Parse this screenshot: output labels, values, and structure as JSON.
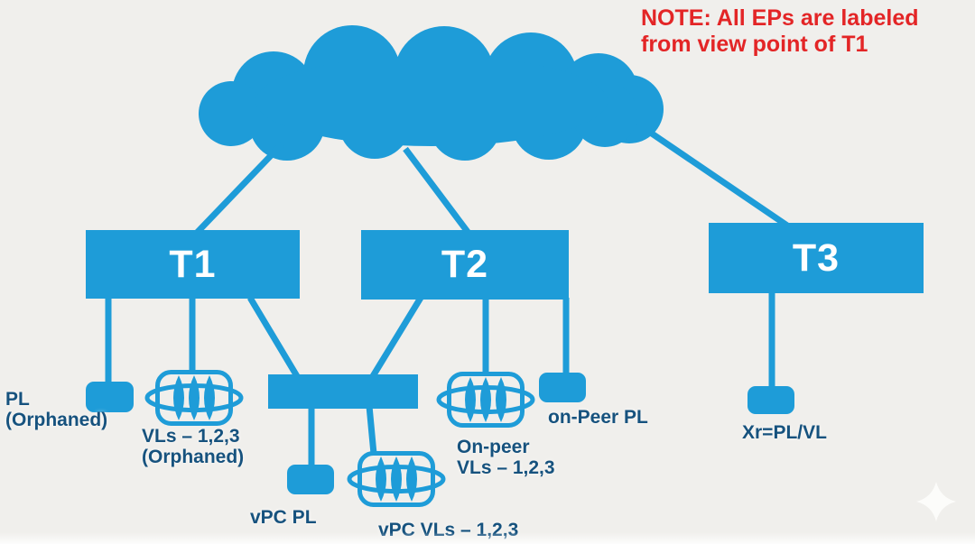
{
  "note": {
    "line1": "NOTE: All EPs are labeled",
    "line2": "from view point of T1"
  },
  "switches": [
    {
      "label": "T1"
    },
    {
      "label": "T2"
    },
    {
      "label": "T3"
    }
  ],
  "endpoint_labels": {
    "pl_orphaned": {
      "line1": "PL",
      "line2": "(Orphaned)"
    },
    "vls_orphaned": {
      "line1": "VLs – 1,2,3",
      "line2": "(Orphaned)"
    },
    "vpc_pl": {
      "line1": "vPC PL"
    },
    "vpc_vls": {
      "line1": "vPC VLs – 1,2,3"
    },
    "on_peer_vls": {
      "line1": "On-peer",
      "line2": "VLs – 1,2,3"
    },
    "on_peer_pl": {
      "line1": "on-Peer PL"
    },
    "xr": {
      "line1": "Xr=PL/VL"
    }
  },
  "icons": {
    "cloud": "network-cloud",
    "virtual_links": "virtual-links-icon",
    "physical_endpoint": "endpoint-box",
    "sparkle": "sparkle-icon"
  },
  "colors": {
    "blue": "#1E9CD8",
    "label_navy": "#16527E",
    "note_red": "#E32526",
    "background": "#F0EFEC",
    "switch_text": "#FFFFFF"
  }
}
